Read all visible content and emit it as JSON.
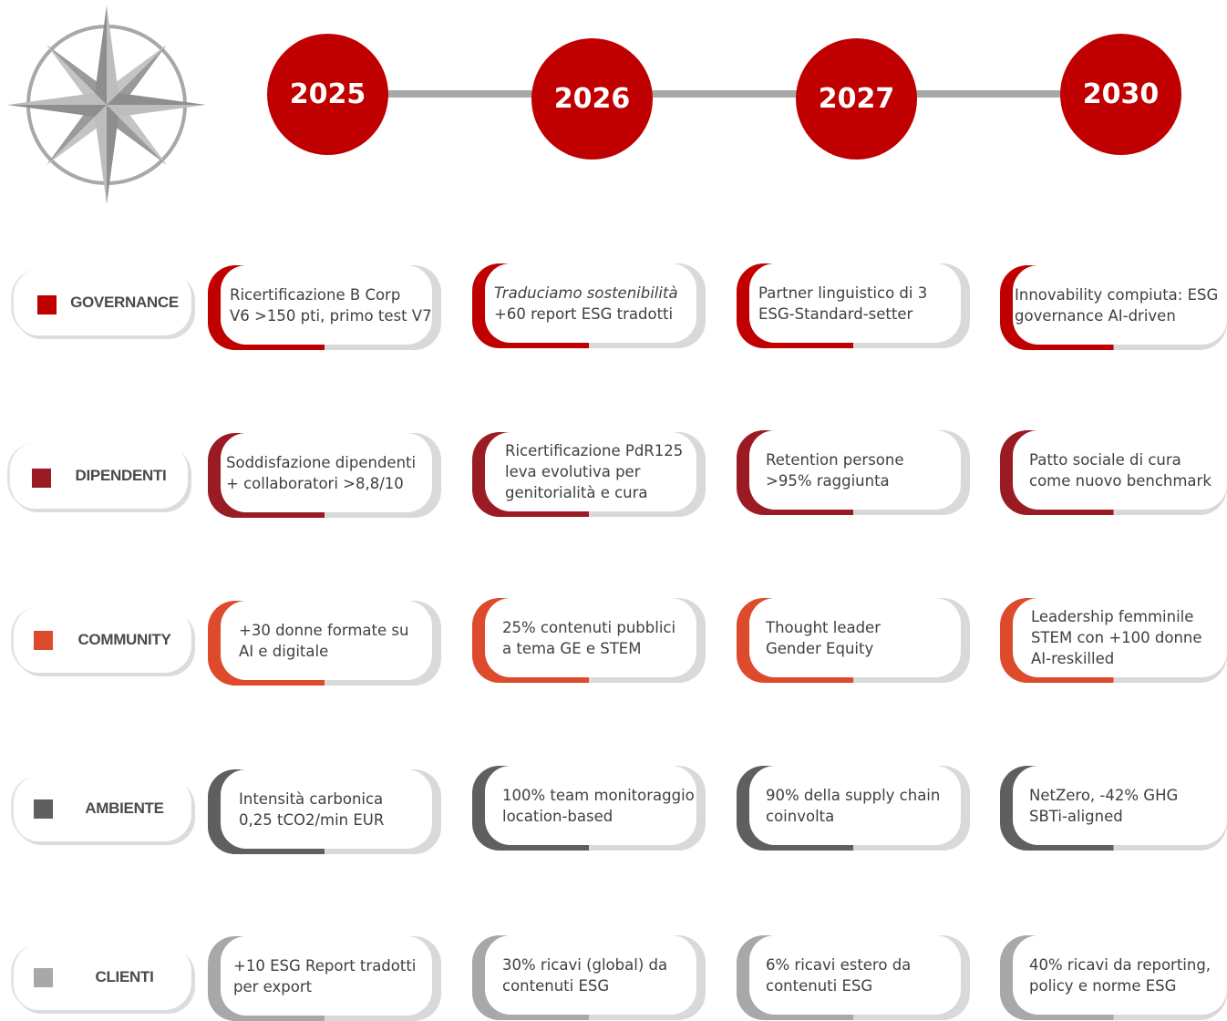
{
  "years": [
    "2025",
    "2026",
    "2027",
    "2030"
  ],
  "colors": {
    "red": "#c00000",
    "dark_red": "#9b1b24",
    "orange_red": "#dd4a2c",
    "dark_gray": "#5f5f5f",
    "light_gray": "#a8a8a8"
  },
  "icon": "compass-rose-icon",
  "rows": [
    {
      "category": "GOVERNANCE",
      "color": "#c00000",
      "cards": [
        {
          "lines": [
            "Ricertificazione B Corp",
            "V6 >150 pti, primo test V7"
          ]
        },
        {
          "lines": [
            "Traduciamo  sostenibilità",
            "+60 report ESG tradotti"
          ]
        },
        {
          "lines": [
            "Partner linguistico di 3",
            "ESG-Standard-setter"
          ]
        },
        {
          "lines": [
            "Innovability compiuta: ESG",
            "governance AI-driven"
          ]
        }
      ]
    },
    {
      "category": "DIPENDENTI",
      "color": "#9b1b24",
      "cards": [
        {
          "lines": [
            "Soddisfazione dipendenti",
            "+ collaboratori >8,8/10"
          ]
        },
        {
          "lines": [
            "Ricertificazione PdR125",
            "leva evolutiva per",
            "genitorialità e cura"
          ]
        },
        {
          "lines": [
            "Retention persone",
            ">95% raggiunta"
          ]
        },
        {
          "lines": [
            "Patto sociale di cura",
            "come nuovo benchmark"
          ]
        }
      ]
    },
    {
      "category": "COMMUNITY",
      "color": "#dd4a2c",
      "cards": [
        {
          "lines": [
            "+30 donne formate su",
            "AI e digitale"
          ]
        },
        {
          "lines": [
            "25% contenuti pubblici",
            "a tema GE e STEM"
          ]
        },
        {
          "lines": [
            "Thought leader",
            "Gender Equity"
          ]
        },
        {
          "lines": [
            "Leadership femminile",
            "STEM con +100 donne",
            "AI-reskilled"
          ]
        }
      ]
    },
    {
      "category": "AMBIENTE",
      "color": "#5f5f5f",
      "cards": [
        {
          "lines": [
            "Intensità carbonica",
            "0,25 tCO2/min EUR"
          ]
        },
        {
          "lines": [
            "100% team monitoraggio",
            "location-based"
          ]
        },
        {
          "lines": [
            "90% della supply chain",
            "coinvolta"
          ]
        },
        {
          "lines": [
            "NetZero, -42% GHG",
            "SBTi-aligned"
          ]
        }
      ]
    },
    {
      "category": "CLIENTI",
      "color": "#a8a8a8",
      "cards": [
        {
          "lines": [
            "+10 ESG Report tradotti",
            "per export"
          ]
        },
        {
          "lines": [
            "30% ricavi (global) da",
            "contenuti ESG"
          ]
        },
        {
          "lines": [
            "6% ricavi estero da",
            "contenuti ESG"
          ]
        },
        {
          "lines": [
            "40% ricavi da reporting,",
            "policy e norme ESG"
          ]
        }
      ]
    }
  ]
}
